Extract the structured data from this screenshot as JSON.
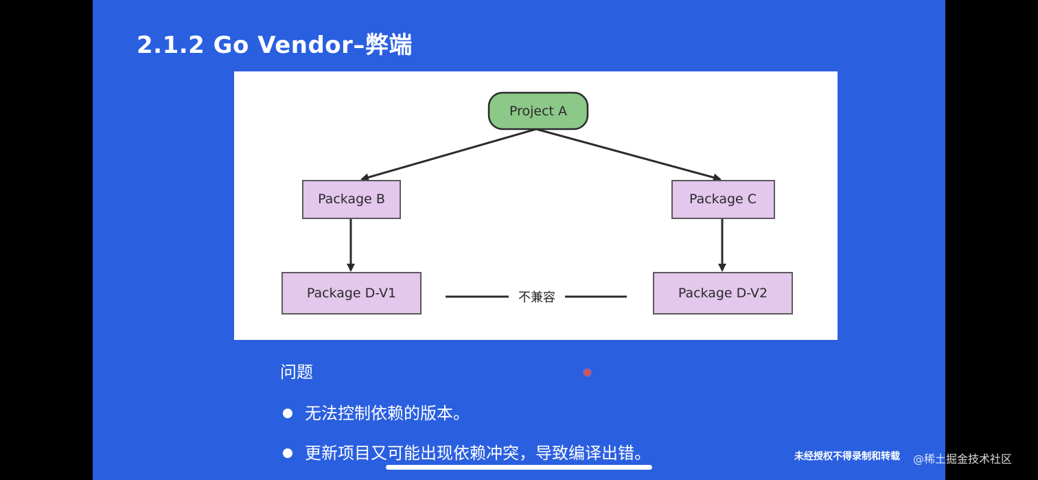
{
  "slide": {
    "title": "2.1.2 Go Vendor–弊端",
    "bg_color": "#2a5fe0"
  },
  "diagram": {
    "nodes": {
      "project_a": {
        "label": "Project A",
        "fill": "#8cc888"
      },
      "package_b": {
        "label": "Package B",
        "fill": "#e3c7ec"
      },
      "package_c": {
        "label": "Package C",
        "fill": "#e3c7ec"
      },
      "package_d_v1": {
        "label": "Package D-V1",
        "fill": "#e3c7ec"
      },
      "package_d_v2": {
        "label": "Package D-V2",
        "fill": "#e3c7ec"
      }
    },
    "incompatible_label": "不兼容"
  },
  "problems": {
    "heading": "问题",
    "items": [
      "无法控制依赖的版本。",
      "更新项目又可能出现依赖冲突，导致编译出错。"
    ]
  },
  "watermark": {
    "notice": "未经授权不得录制和转载",
    "site": "@稀土掘金技术社区"
  }
}
